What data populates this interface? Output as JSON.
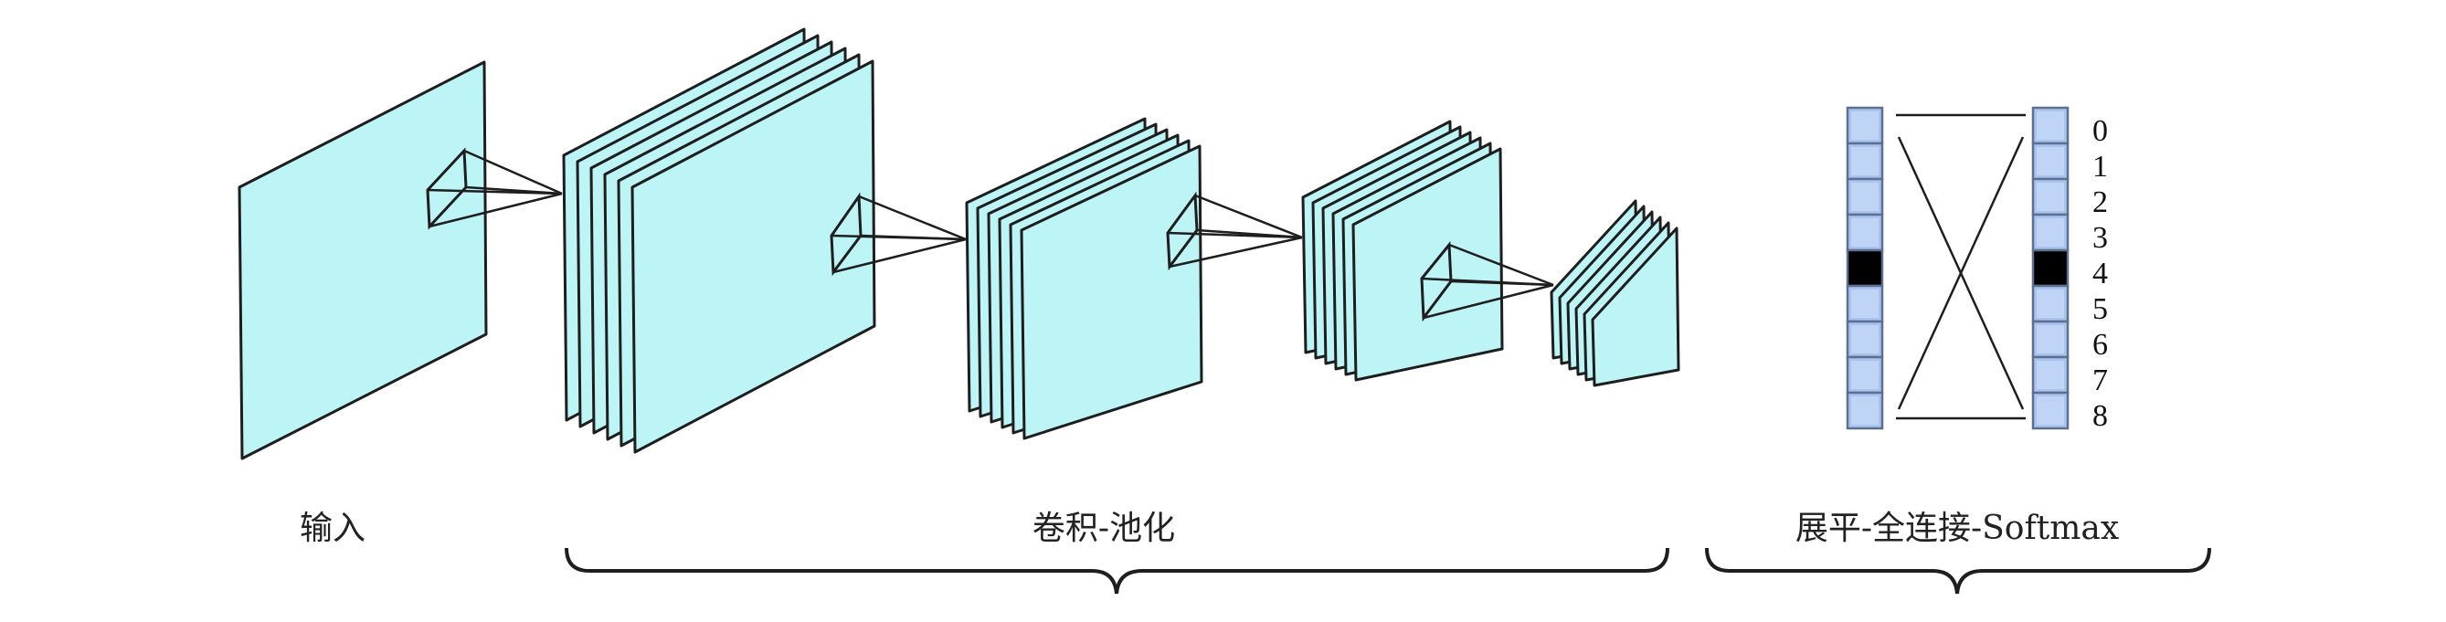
{
  "colors": {
    "feature_map_fill": "#bdf5f7",
    "edge": "#1e1e1e",
    "cell_fill": "#a8c3f0",
    "active_cell": "#000000",
    "background": "#ffffff"
  },
  "sections": {
    "input_label": "输入",
    "conv_pool_label": "卷积-池化",
    "flatten_fc_softmax_label": "展平-全连接-Softmax"
  },
  "output_classes": [
    "0",
    "1",
    "2",
    "3",
    "4",
    "5",
    "6",
    "7",
    "8"
  ],
  "highlighted_class": "4"
}
